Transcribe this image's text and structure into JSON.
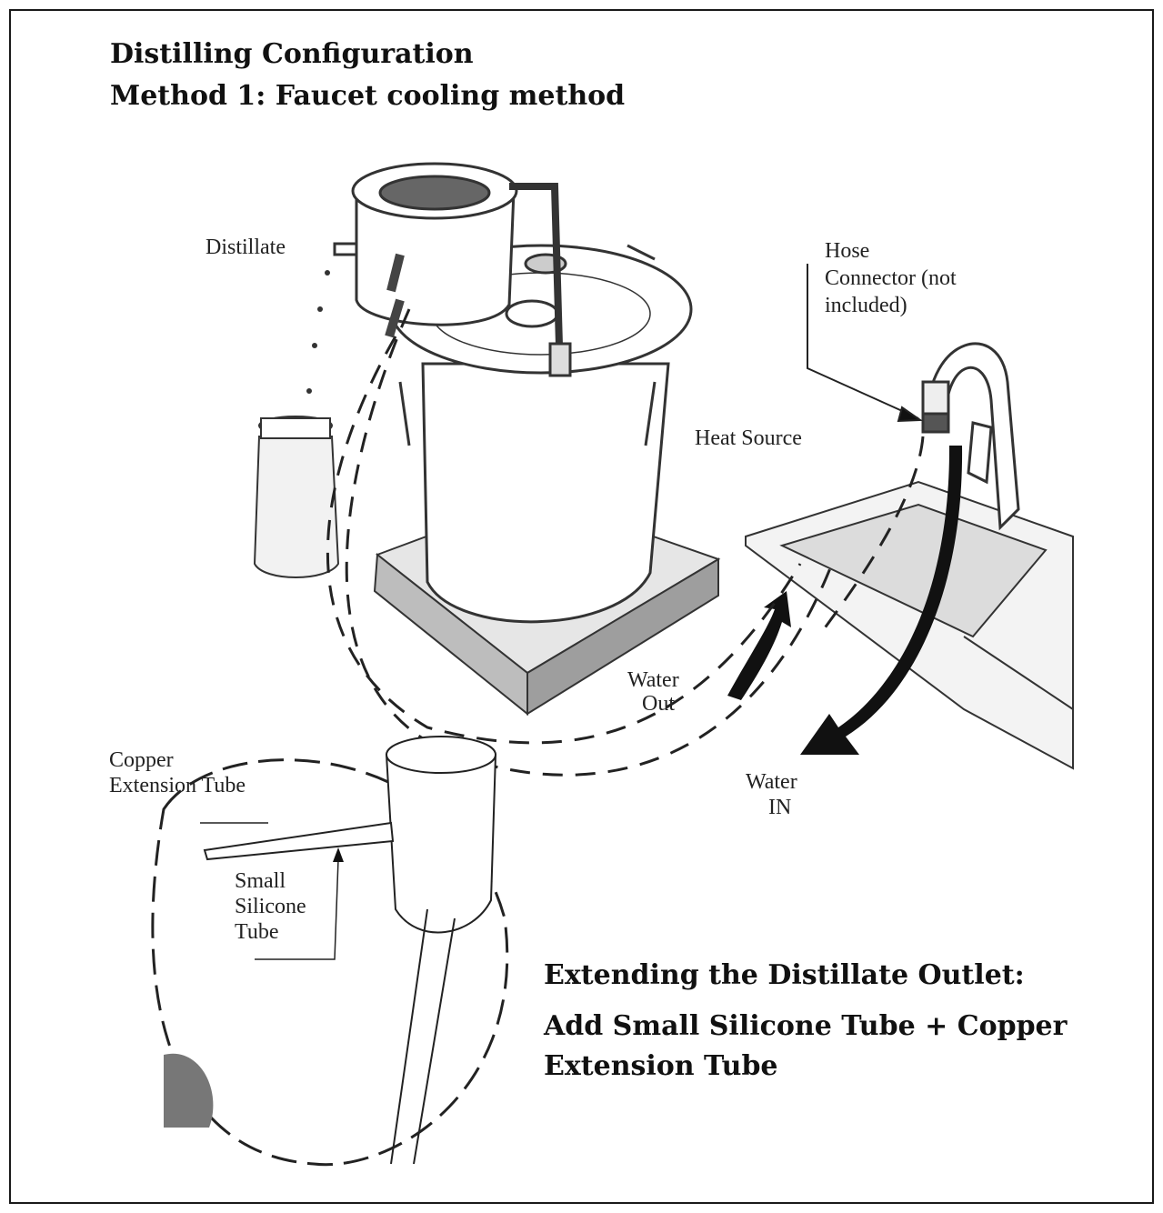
{
  "header": {
    "title": "Distilling Configuration",
    "subtitle": "Method 1: Faucet cooling method"
  },
  "labels": {
    "distillate": "Distillate",
    "hose_connector_line1": "Hose",
    "hose_connector_line2": "Connector (not",
    "hose_connector_line3": "included)",
    "heat_source": "Heat Source",
    "water_out_line1": "Water",
    "water_out_line2": "Out",
    "water_in_line1": "Water",
    "water_in_line2": "IN",
    "copper_line1": "Copper",
    "copper_line2": "Extension Tube",
    "small_line1": "Small",
    "small_line2": "Silicone",
    "small_line3": "Tube"
  },
  "callout": {
    "line1": "Extending the Distillate Outlet:",
    "line2": "Add Small Silicone Tube + Copper",
    "line3": "Extension Tube"
  },
  "icons": [
    "pot-icon",
    "condenser-icon",
    "jar-icon",
    "faucet-icon",
    "sink-icon",
    "hot-plate-icon",
    "arrow-icon"
  ]
}
